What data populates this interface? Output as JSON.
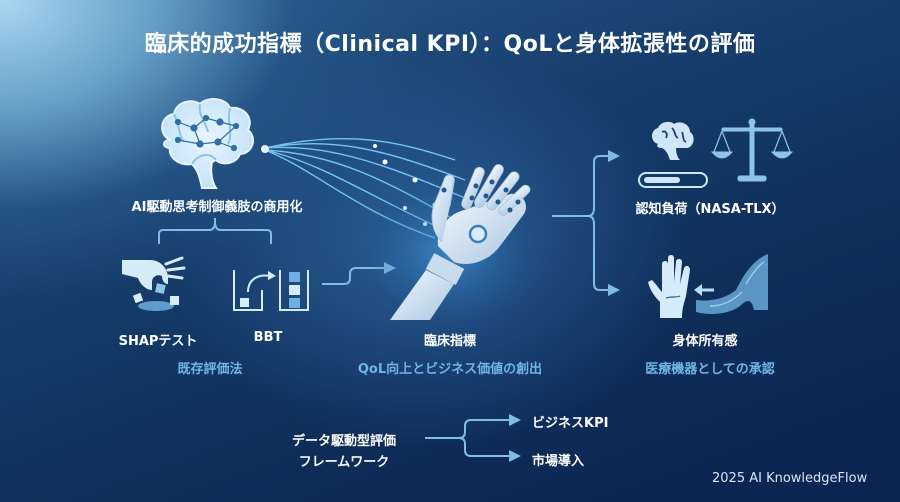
{
  "title": "臨床的成功指標（Clinical KPI）：QoLと身体拡張性の評価",
  "left": {
    "heading": "AI駆動思考制御義肢の商用化",
    "tests": [
      {
        "label": "SHAPテスト",
        "icon": "hand-dropping-blocks-icon"
      },
      {
        "label": "BBT",
        "icon": "box-and-block-icon"
      }
    ],
    "caption": "既存評価法"
  },
  "center": {
    "label": "臨床指標",
    "caption": "QoL向上とビジネス価値の創出",
    "icon": "robotic-hand-icon"
  },
  "right": {
    "top": {
      "label": "認知負荷（NASA-TLX）",
      "icons": [
        "brain-icon",
        "progress-bar-icon",
        "balance-scale-icon"
      ]
    },
    "bottom": {
      "label": "身体所有感",
      "icons": [
        "open-hand-icon",
        "arm-icon"
      ]
    },
    "caption": "医療機器としての承認"
  },
  "framework": {
    "source_line1": "データ駆動型評価",
    "source_line2": "フレームワーク",
    "outputs": [
      "ビジネスKPI",
      "市場導入"
    ]
  },
  "footer": "2025 AI KnowledgeFlow",
  "colors": {
    "accent": "#6fb6e6",
    "line": "#7fbde6",
    "bg_dark": "#0b2350",
    "bg_light": "#a9d8f2"
  }
}
